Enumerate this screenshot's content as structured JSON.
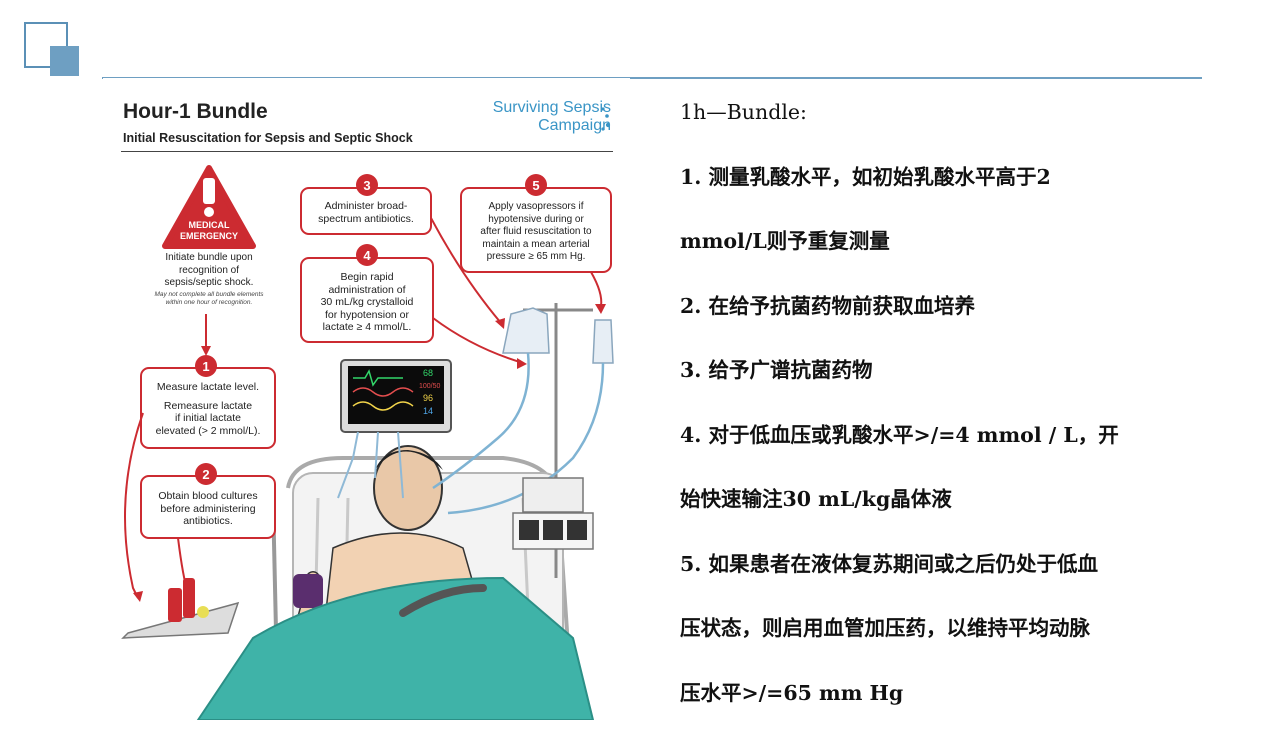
{
  "figure": {
    "title": "Hour-1 Bundle",
    "subtitle": "Initial Resuscitation for Sepsis and Septic Shock",
    "brand_line1": "Surviving Sepsis",
    "brand_line2": "Campaign",
    "emergency_line1": "MEDICAL",
    "emergency_line2": "EMERGENCY",
    "initiate_lines": [
      "Initiate bundle upon",
      "recognition of",
      "sepsis/septic shock."
    ],
    "note_lines": [
      "May not complete all bundle elements",
      "within one hour of recognition."
    ],
    "steps": [
      {
        "number": "1",
        "lines": [
          "Measure lactate level.",
          "",
          "Remeasure lactate",
          "if initial lactate",
          "elevated (> 2 mmol/L)."
        ]
      },
      {
        "number": "2",
        "lines": [
          "Obtain blood cultures",
          "before administering",
          "antibiotics."
        ]
      },
      {
        "number": "3",
        "lines": [
          "Administer broad-",
          "spectrum antibiotics."
        ]
      },
      {
        "number": "4",
        "lines": [
          "Begin rapid",
          "administration of",
          "30 mL/kg crystalloid",
          "for hypotension or",
          "lactate ≥ 4 mmol/L."
        ]
      },
      {
        "number": "5",
        "lines": [
          "Apply vasopressors if",
          "hypotensive during or",
          "after fluid resuscitation to",
          "maintain a mean arterial",
          "pressure ≥ 65 mm Hg."
        ]
      }
    ],
    "monitor": {
      "hr": "68",
      "bp": "100/50",
      "spo2": "96",
      "rr": "14"
    },
    "colors": {
      "accent_red": "#cc2b31",
      "brand_blue": "#3a95c6",
      "sheet_teal": "#3fb3a8"
    }
  },
  "text": {
    "lines": [
      "1h—Bundle:",
      "1. 测量乳酸水平，如初始乳酸水平高于2",
      "mmol/L则予重复测量",
      "2. 在给予抗菌药物前获取血培养",
      "3. 给予广谱抗菌药物",
      "4. 对于低血压或乳酸水平>/=4 mmol / L，开",
      "始快速输注30 mL/kg晶体液",
      "5. 如果患者在液体复苏期间或之后仍处于低血",
      "压状态，则启用血管加压药，以维持平均动脉",
      "压水平>/=65 mm Hg"
    ]
  },
  "colors": {
    "slide_accent": "#6e9fc2"
  }
}
